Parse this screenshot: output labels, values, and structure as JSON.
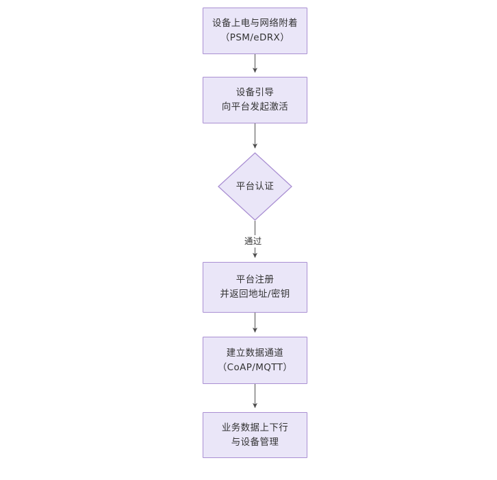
{
  "diagram": {
    "type": "flowchart",
    "orientation": "top-to-bottom",
    "theme": {
      "node_fill": "#eae6f8",
      "node_border": "#a98ed2",
      "text_color": "#333333",
      "edge_color": "#555555",
      "background": "#ffffff"
    },
    "nodes": [
      {
        "id": "n1",
        "shape": "rectangle",
        "line1": "设备上电与网络附着",
        "line2": "（PSM/eDRX）"
      },
      {
        "id": "n2",
        "shape": "rectangle",
        "line1": "设备引导",
        "line2": "向平台发起激活"
      },
      {
        "id": "n3",
        "shape": "diamond",
        "line1": "平台认证",
        "line2": ""
      },
      {
        "id": "n4",
        "shape": "rectangle",
        "line1": "平台注册",
        "line2": "并返回地址/密钥"
      },
      {
        "id": "n5",
        "shape": "rectangle",
        "line1": "建立数据通道",
        "line2": "（CoAP/MQTT）"
      },
      {
        "id": "n6",
        "shape": "rectangle",
        "line1": "业务数据上下行",
        "line2": "与设备管理"
      }
    ],
    "edges": [
      {
        "id": "e1",
        "from": "n1",
        "to": "n2",
        "label": ""
      },
      {
        "id": "e2",
        "from": "n2",
        "to": "n3",
        "label": ""
      },
      {
        "id": "e3",
        "from": "n3",
        "to": "n4",
        "label": "通过"
      },
      {
        "id": "e4",
        "from": "n4",
        "to": "n5",
        "label": ""
      },
      {
        "id": "e5",
        "from": "n5",
        "to": "n6",
        "label": ""
      }
    ]
  }
}
